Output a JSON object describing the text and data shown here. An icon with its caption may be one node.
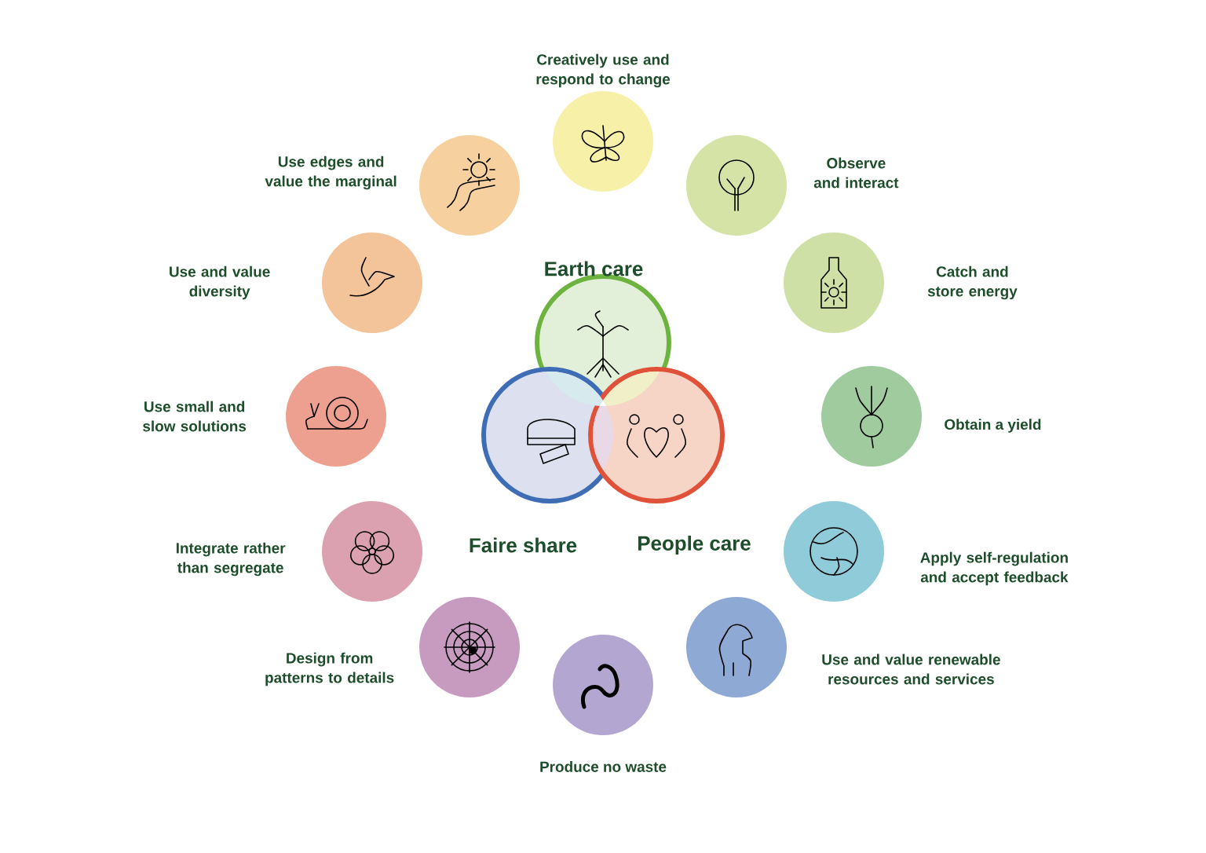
{
  "diagram": {
    "nodes": [
      {
        "text": [
          "Earth care"
        ]
      },
      {
        "text": [
          "Faire share"
        ]
      },
      {
        "text": [
          "People care"
        ]
      },
      {
        "text": [],
        "shape": "circle",
        "beside": [
          "Creatively use and respond to change"
        ]
      },
      {
        "text": [],
        "shape": "circle",
        "beside": [
          "Observe and interact"
        ]
      },
      {
        "text": [],
        "shape": "circle",
        "beside": [
          "Catch and store energy"
        ]
      },
      {
        "text": [],
        "shape": "circle",
        "beside": [
          "Obtain a yield"
        ]
      },
      {
        "text": [],
        "shape": "circle",
        "beside": [
          "Apply self-regulation and accept feedback"
        ]
      },
      {
        "text": [],
        "shape": "circle",
        "beside": [
          "Use and value renewable resources and services"
        ]
      },
      {
        "text": [],
        "shape": "circle",
        "beside": [
          "Produce no waste"
        ]
      },
      {
        "text": [],
        "shape": "circle",
        "beside": [
          "Design from patterns to details"
        ]
      },
      {
        "text": [],
        "shape": "circle",
        "beside": [
          "Integrate rather than segregate"
        ]
      },
      {
        "text": [],
        "shape": "circle",
        "beside": [
          "Use small and slow solutions"
        ]
      },
      {
        "text": [],
        "shape": "circle",
        "beside": [
          "Use and value diversity"
        ]
      },
      {
        "text": [],
        "shape": "circle",
        "beside": [
          "Use edges and value the marginal"
        ]
      }
    ]
  }
}
